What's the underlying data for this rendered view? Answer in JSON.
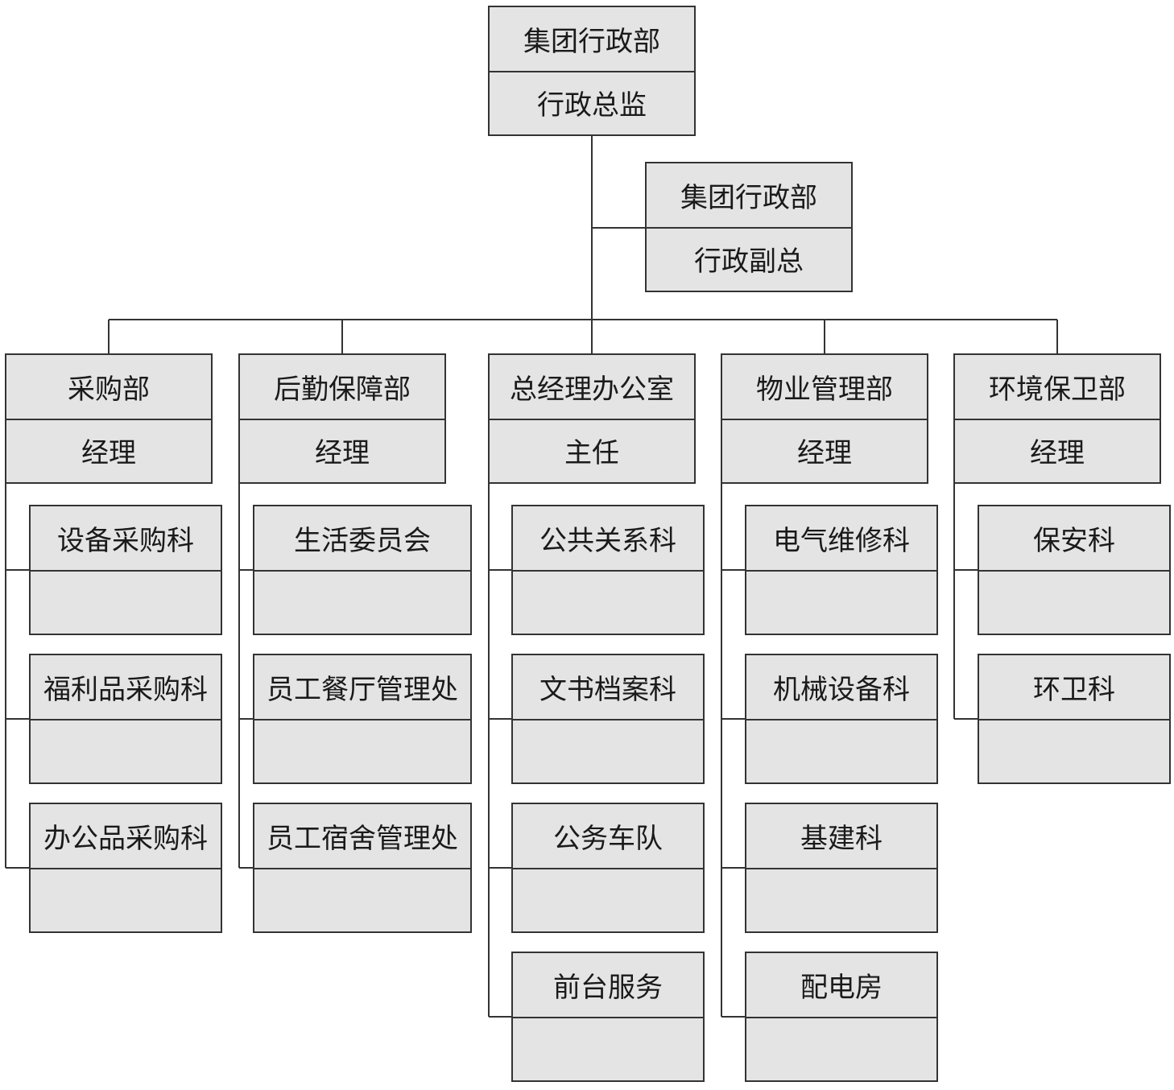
{
  "root": {
    "dept": "集团行政部",
    "role": "行政总监"
  },
  "deputy": {
    "dept": "集团行政部",
    "role": "行政副总"
  },
  "departments": [
    {
      "name": "采购部",
      "role": "经理",
      "sections": [
        {
          "name": "设备采购科",
          "role": ""
        },
        {
          "name": "福利品采购科",
          "role": ""
        },
        {
          "name": "办公品采购科",
          "role": ""
        }
      ]
    },
    {
      "name": "后勤保障部",
      "role": "经理",
      "sections": [
        {
          "name": "生活委员会",
          "role": ""
        },
        {
          "name": "员工餐厅管理处",
          "role": ""
        },
        {
          "name": "员工宿舍管理处",
          "role": ""
        }
      ]
    },
    {
      "name": "总经理办公室",
      "role": "主任",
      "sections": [
        {
          "name": "公共关系科",
          "role": ""
        },
        {
          "name": "文书档案科",
          "role": ""
        },
        {
          "name": "公务车队",
          "role": ""
        },
        {
          "name": "前台服务",
          "role": ""
        }
      ]
    },
    {
      "name": "物业管理部",
      "role": "经理",
      "sections": [
        {
          "name": "电气维修科",
          "role": ""
        },
        {
          "name": "机械设备科",
          "role": ""
        },
        {
          "name": "基建科",
          "role": ""
        },
        {
          "name": "配电房",
          "role": ""
        }
      ]
    },
    {
      "name": "环境保卫部",
      "role": "经理",
      "sections": [
        {
          "name": "保安科",
          "role": ""
        },
        {
          "name": "环卫科",
          "role": ""
        }
      ]
    }
  ],
  "colors": {
    "box_fill": "#e4e4e4",
    "line": "#333333",
    "text": "#1a1a1a"
  }
}
